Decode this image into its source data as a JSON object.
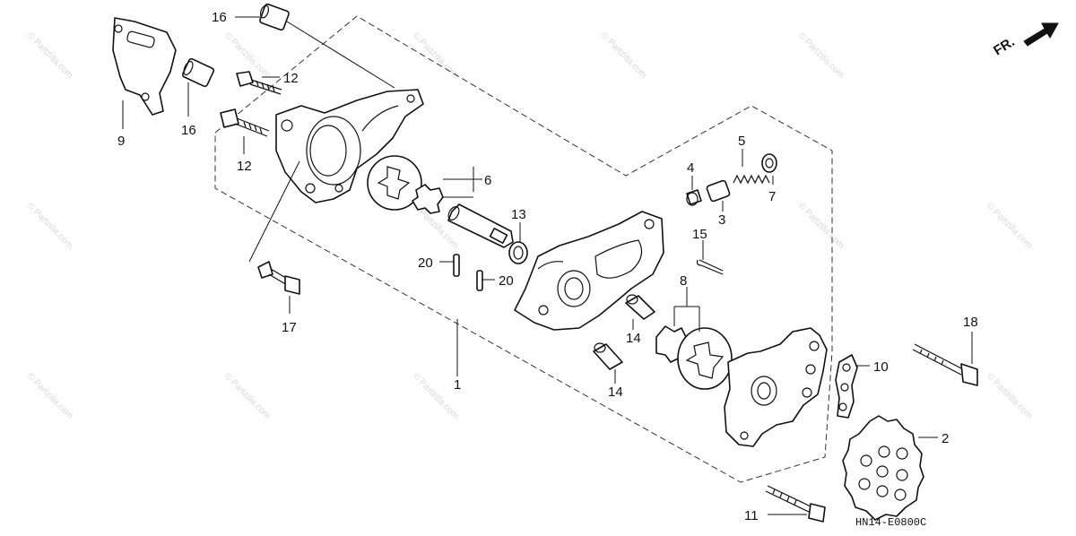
{
  "watermark": "© Partzilla.com",
  "direction_label": "FR.",
  "diagram_code": "HN14-E0800C",
  "callouts": {
    "c1": "1",
    "c2": "2",
    "c3": "3",
    "c4": "4",
    "c5": "5",
    "c6": "6",
    "c7": "7",
    "c8": "8",
    "c9": "9",
    "c10": "10",
    "c11": "11",
    "c12a": "12",
    "c12b": "12",
    "c13": "13",
    "c14a": "14",
    "c14b": "14",
    "c15": "15",
    "c16a": "16",
    "c16b": "16",
    "c17": "17",
    "c18": "18",
    "c20a": "20",
    "c20b": "20"
  }
}
